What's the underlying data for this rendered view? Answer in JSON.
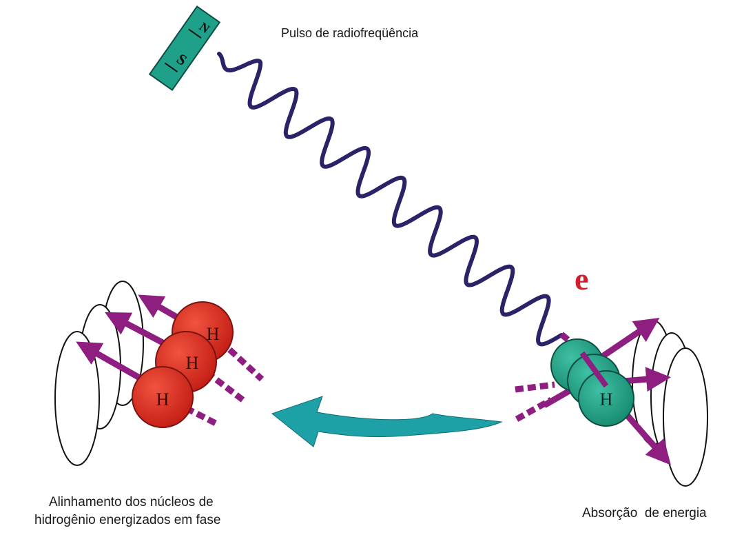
{
  "labels": {
    "rf_pulse": "Pulso de radiofreqüência",
    "alignment_line1": "Alinhamento dos núcleos de",
    "alignment_line2": "hidrogênio energizados em fase",
    "absorption": "Absorção  de energia",
    "energy_symbol": "e"
  },
  "magnet": {
    "pole_south": "S",
    "pole_north": "N"
  },
  "nucleus_label": "H",
  "colors": {
    "magnet": "#1fa089",
    "wave": "#2b2368",
    "red_nucleus": "#d8281c",
    "teal_nucleus": "#20a088",
    "spin_arrow": "#8e1f80",
    "return_arrow": "#1da0a6",
    "energy": "#d41f2a"
  }
}
